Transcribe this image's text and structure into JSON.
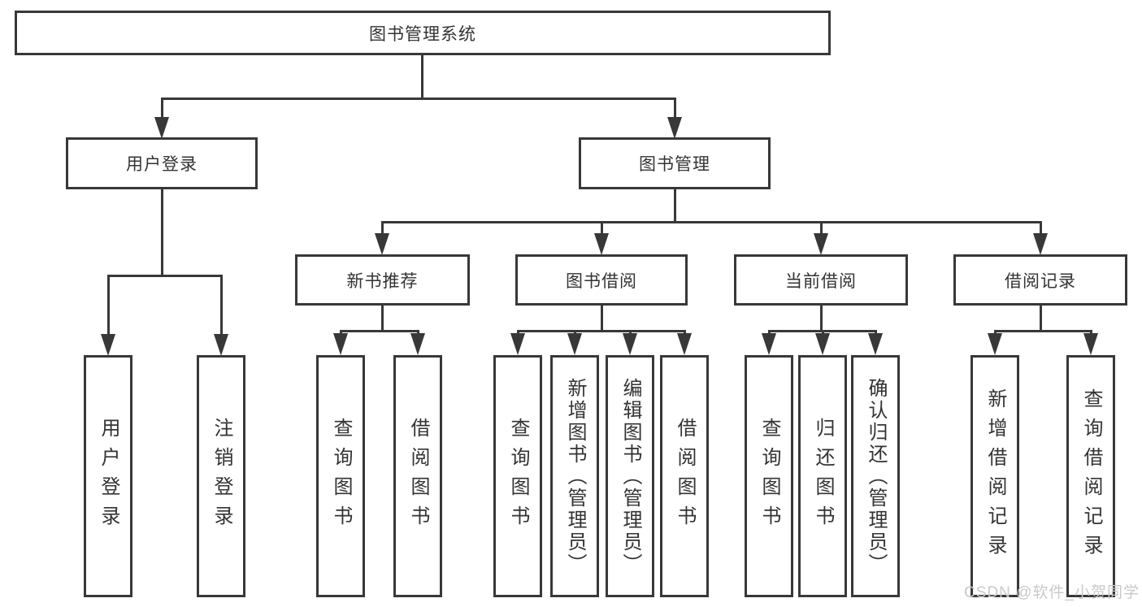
{
  "diagram": {
    "root": {
      "label": "图书管理系统"
    },
    "level1": [
      {
        "label": "用户登录"
      },
      {
        "label": "图书管理"
      }
    ],
    "level2": [
      {
        "label": "新书推荐"
      },
      {
        "label": "图书借阅"
      },
      {
        "label": "当前借阅"
      },
      {
        "label": "借阅记录"
      }
    ],
    "leaves": {
      "user_login": [
        "用户登录",
        "注销登录"
      ],
      "new_books": [
        "查询图书",
        "借阅图书"
      ],
      "book_borrow": [
        "查询图书",
        "新增图书（管理员）",
        "编辑图书（管理员）",
        "借阅图书"
      ],
      "current_borrow": [
        "查询图书",
        "归还图书",
        "确认归还（管理员）"
      ],
      "borrow_records": [
        "新增借阅记录",
        "查询借阅记录"
      ]
    }
  },
  "watermark": {
    "text": "CSDN @软件_小贺同学"
  },
  "colors": {
    "line": "#383838",
    "text": "#333333",
    "background": "#ffffff",
    "watermark": "#c9c9c9"
  }
}
